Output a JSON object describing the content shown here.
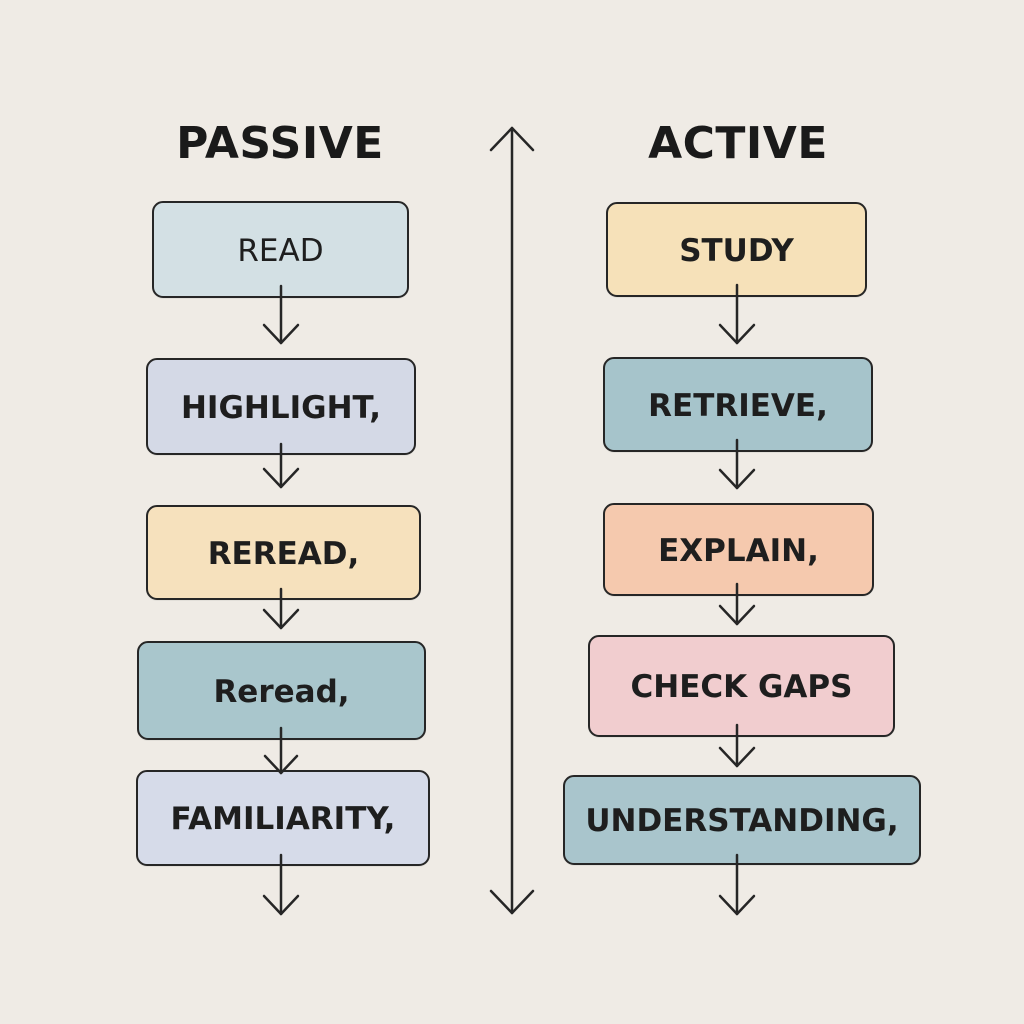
{
  "columns": {
    "passive": {
      "title": "PASSIVE",
      "steps": [
        {
          "label": "READ",
          "color": "#d3e0e4"
        },
        {
          "label": "HIGHLIGHT,",
          "color": "#d4d9e6"
        },
        {
          "label": "REREAD,",
          "color": "#f6e1bd"
        },
        {
          "label": "Reread,",
          "color": "#a9c6cc"
        },
        {
          "label": "FAMILIARITY,",
          "color": "#d6dbe9"
        }
      ]
    },
    "active": {
      "title": "ACTIVE",
      "steps": [
        {
          "label": "STUDY",
          "color": "#f6e1b9"
        },
        {
          "label": "RETRIEVE,",
          "color": "#a6c4cb"
        },
        {
          "label": "EXPLAIN,",
          "color": "#f5c9ae"
        },
        {
          "label": "CHECK GAPS",
          "color": "#f1cdcf"
        },
        {
          "label": "UNDERSTANDING,",
          "color": "#a9c5cc"
        }
      ]
    }
  },
  "colors": {
    "background": "#efebe5",
    "ink": "#262626"
  },
  "icons": {
    "flow_arrow": "down-arrow-icon",
    "divider": "double-headed-arrow-icon"
  }
}
